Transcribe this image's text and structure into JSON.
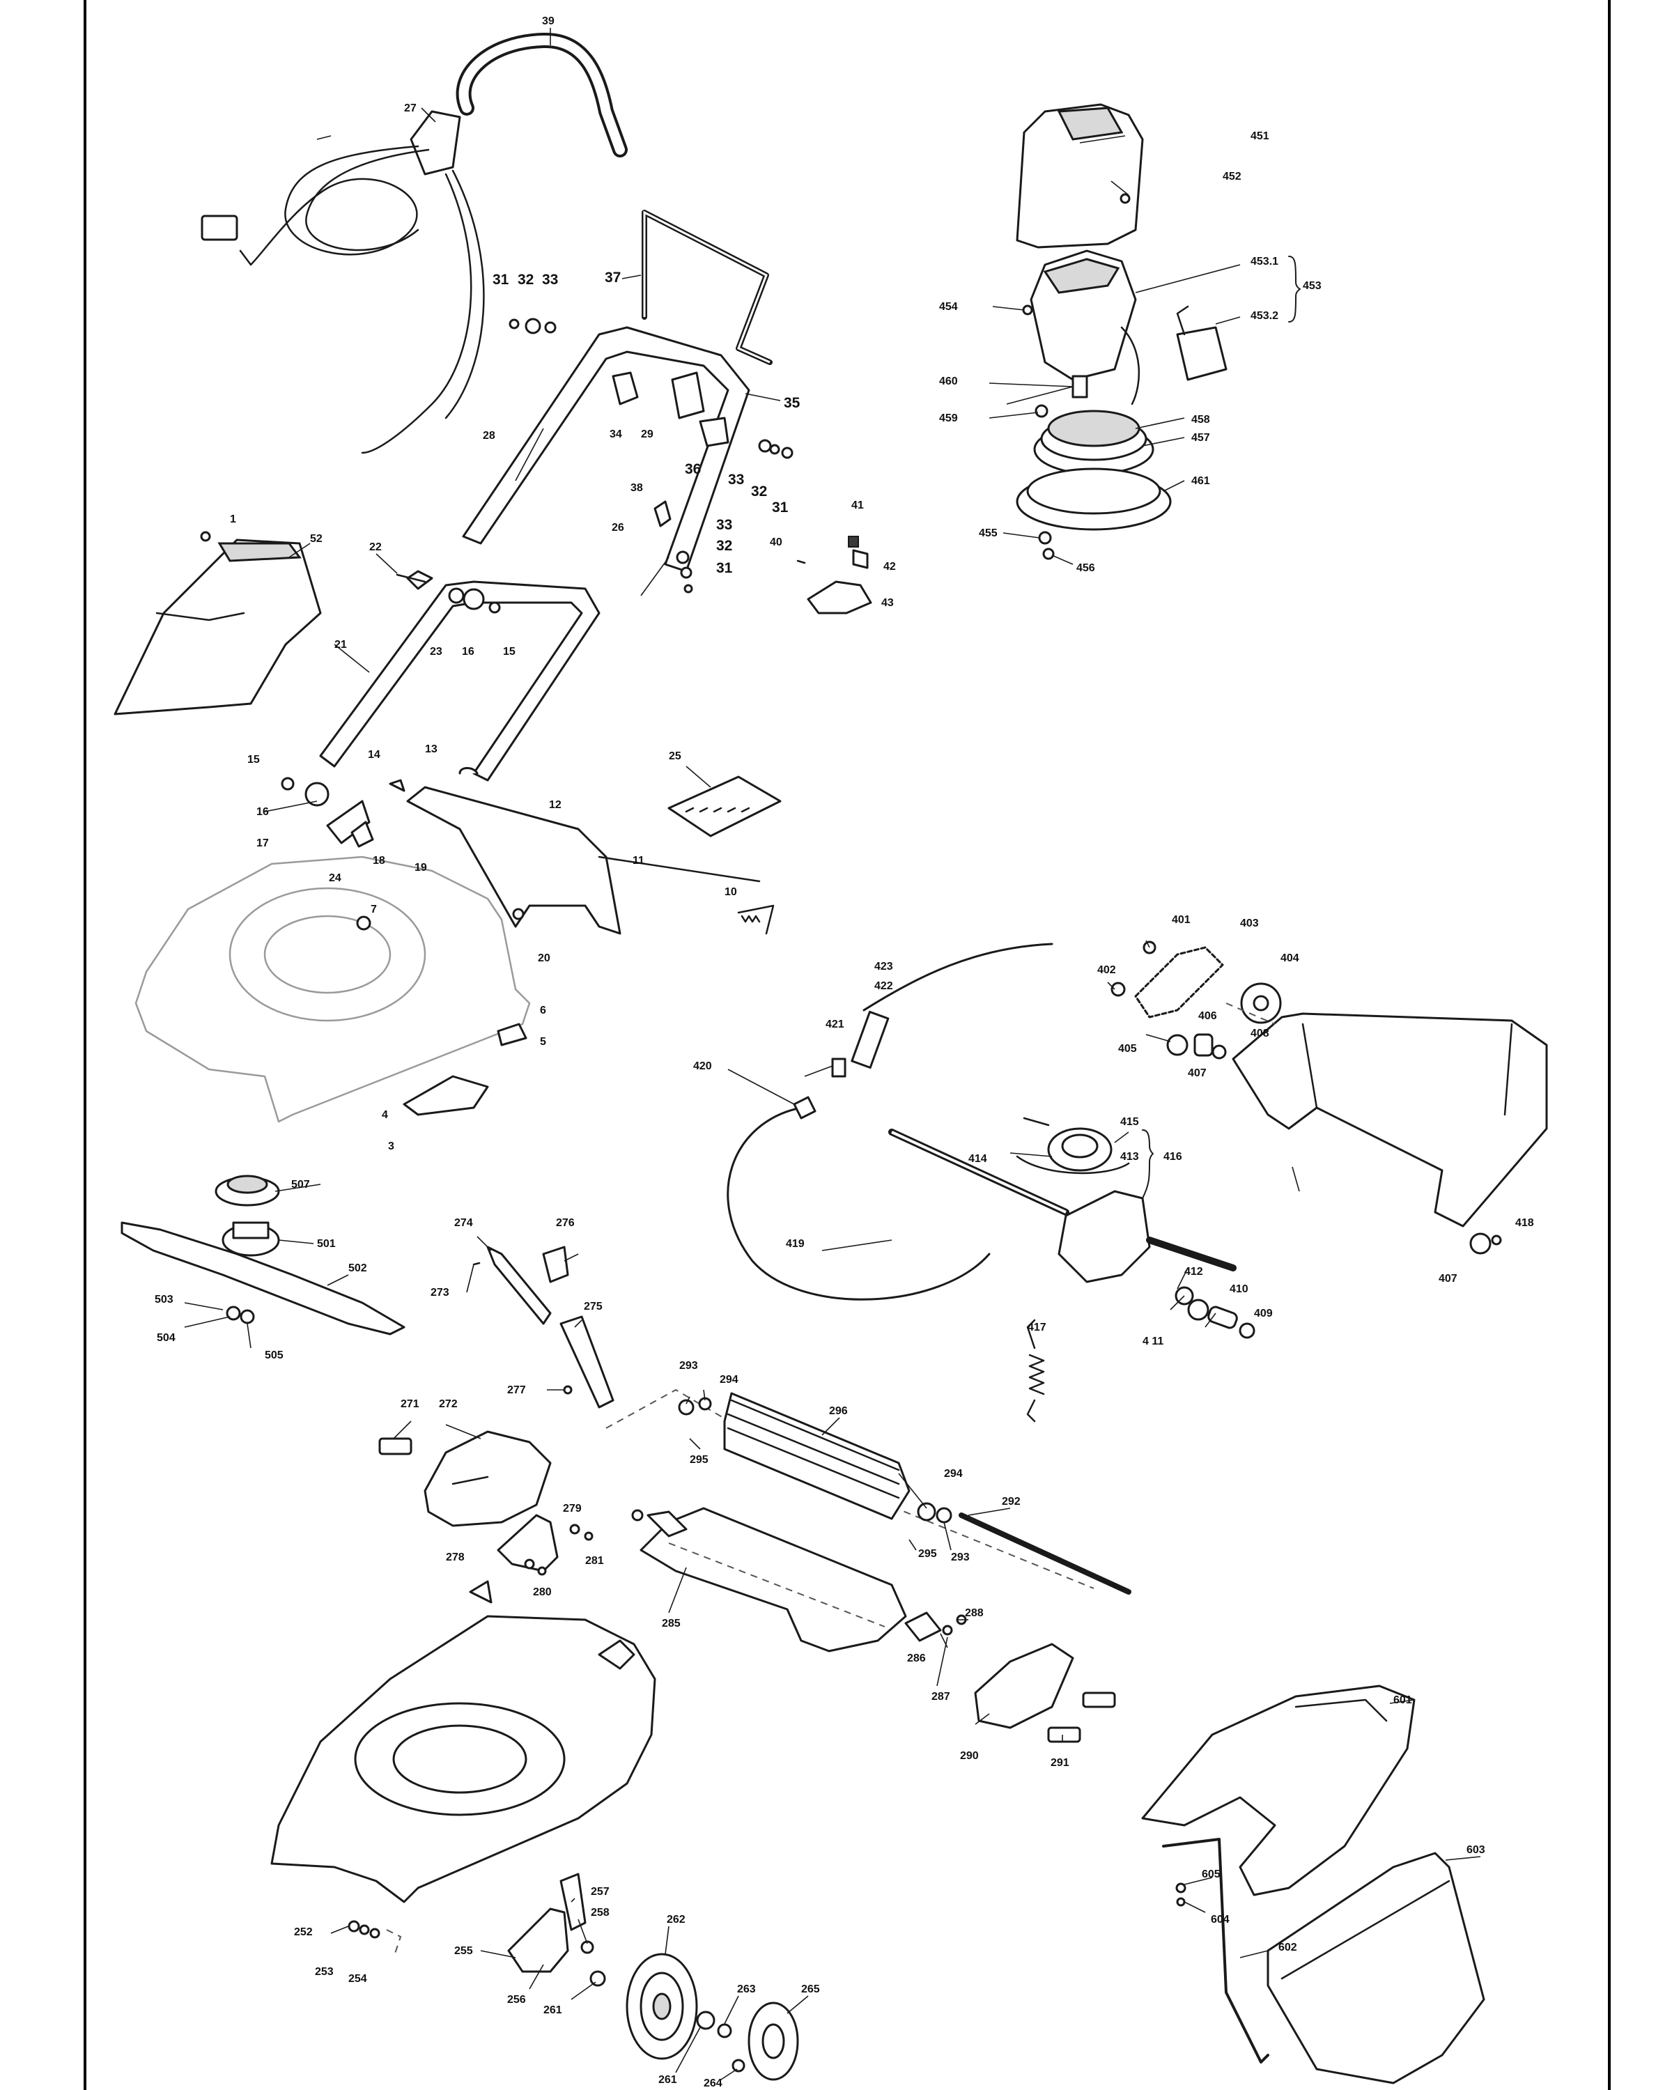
{
  "diagram": {
    "labels": {
      "l39": "39",
      "l27": "27",
      "l37": "37",
      "l31a": "31",
      "l32a": "32",
      "l33a": "33",
      "l35": "35",
      "l34": "34",
      "l29": "29",
      "l36": "36",
      "l33b": "33",
      "l32b": "32",
      "l31b": "31",
      "l28": "28",
      "l38": "38",
      "l26": "26",
      "l33c": "33",
      "l32c": "32",
      "l31c": "31",
      "l1": "1",
      "l52": "52",
      "l22": "22",
      "l21": "21",
      "l23": "23",
      "l16a": "16",
      "l15a": "15",
      "l41": "41",
      "l40": "40",
      "l42": "42",
      "l43": "43",
      "l451": "451",
      "l452": "452",
      "l4531": "453.1",
      "l453": "453",
      "l4532": "453.2",
      "l454": "454",
      "l460": "460",
      "l459": "459",
      "l458": "458",
      "l457": "457",
      "l461": "461",
      "l455": "455",
      "l456": "456",
      "l13": "13",
      "l14": "14",
      "l15b": "15",
      "l16b": "16",
      "l17": "17",
      "l18": "18",
      "l24": "24",
      "l12": "12",
      "l25": "25",
      "l11": "11",
      "l19": "19",
      "l10": "10",
      "l7": "7",
      "l20": "20",
      "l6": "6",
      "l5": "5",
      "l4": "4",
      "l3": "3",
      "l401": "401",
      "l403": "403",
      "l402": "402",
      "l404": "404",
      "l423": "423",
      "l422": "422",
      "l421": "421",
      "l405": "405",
      "l406": "406",
      "l408": "408",
      "l407a": "407",
      "l420": "420",
      "l415": "415",
      "l416": "416",
      "l413": "413",
      "l414": "414",
      "l507": "507",
      "l501": "501",
      "l502": "502",
      "l503": "503",
      "l504": "504",
      "l505": "505",
      "l274": "274",
      "l276": "276",
      "l273": "273",
      "l275": "275",
      "l419": "419",
      "l412": "412",
      "l410": "410",
      "l409": "409",
      "l411": "4 11",
      "l417": "417",
      "l418": "418",
      "l407b": "407",
      "l293a": "293",
      "l294a": "294",
      "l296": "296",
      "l277": "277",
      "l271": "271",
      "l272": "272",
      "l295a": "295",
      "l279": "279",
      "l278": "278",
      "l281": "281",
      "l280": "280",
      "l294b": "294",
      "l292": "292",
      "l295b": "295",
      "l293b": "293",
      "l285": "285",
      "l288": "288",
      "l286": "286",
      "l287": "287",
      "l290": "290",
      "l291": "291",
      "l601": "601",
      "l257": "257",
      "l258": "258",
      "l252": "252",
      "l253": "253",
      "l254": "254",
      "l255": "255",
      "l262": "262",
      "l256": "256",
      "l261a": "261",
      "l263": "263",
      "l265": "265",
      "l261b": "261",
      "l264": "264",
      "l605": "605",
      "l604": "604",
      "l603": "603",
      "l602": "602"
    }
  }
}
